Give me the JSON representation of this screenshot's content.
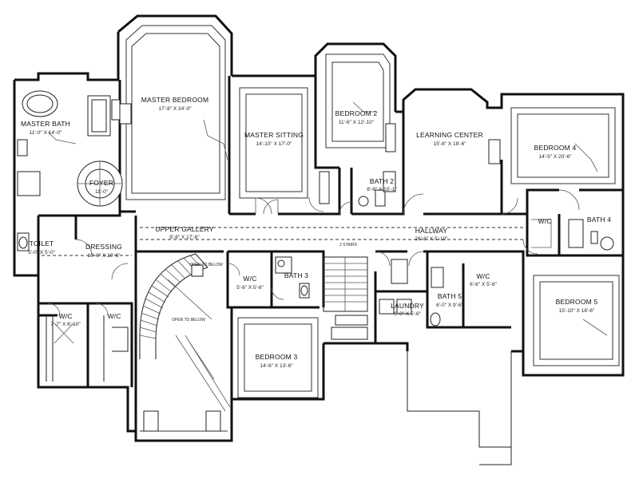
{
  "rooms": [
    {
      "id": "master_bath",
      "name": "MASTER BATH",
      "size": "11'-0\" X 14'-0\""
    },
    {
      "id": "master_bedroom",
      "name": "MASTER BEDROOM",
      "size": "17'-8\" X 24'-0\""
    },
    {
      "id": "master_sitting",
      "name": "MASTER SITTING",
      "size": "14'-10\" X 17'-0\""
    },
    {
      "id": "bedroom2",
      "name": "BEDROOM 2",
      "size": "11'-6\" X 12'-10\""
    },
    {
      "id": "learning_center",
      "name": "LEARNING CENTER",
      "size": "15'-8\" X 18'-6\""
    },
    {
      "id": "bedroom4",
      "name": "BEDROOM 4",
      "size": "14'-5\" X 20'-6\""
    },
    {
      "id": "foyer",
      "name": "FOYER",
      "size": "11'-0\""
    },
    {
      "id": "bath2",
      "name": "BATH 2",
      "size": "8'-6\" X 10'-1\""
    },
    {
      "id": "wic_a",
      "name": "W/C",
      "size": ""
    },
    {
      "id": "bath4",
      "name": "BATH 4",
      "size": ""
    },
    {
      "id": "hallway",
      "name": "HALLWAY",
      "size": "26'-8\" X 5'-10\""
    },
    {
      "id": "upper_gallery",
      "name": "UPPER GALLERY",
      "size": "9'-8\" X 17'-6\""
    },
    {
      "id": "toilet",
      "name": "TOILET",
      "size": "5'-0\" X 5'-0\""
    },
    {
      "id": "dressing",
      "name": "DRESSING",
      "size": "10'-6\" X 10'-6\""
    },
    {
      "id": "wic1",
      "name": "W/C",
      "size": "7'-7\" X 6'-10\""
    },
    {
      "id": "wic2",
      "name": "W/C",
      "size": ""
    },
    {
      "id": "bath3",
      "name": "BATH 3",
      "size": ""
    },
    {
      "id": "wic3",
      "name": "W/C",
      "size": "5'-6\" X 5'-6\""
    },
    {
      "id": "wic5",
      "name": "W/C",
      "size": "6'-6\" X 5'-6\""
    },
    {
      "id": "laundry",
      "name": "LAUNDRY",
      "size": "6'-0\" X 5'-6\""
    },
    {
      "id": "bath5",
      "name": "BATH 5",
      "size": "6'-0\" X 9'-6\""
    },
    {
      "id": "bedroom5",
      "name": "BEDROOM 5",
      "size": "15'-10\" X 16'-6\""
    },
    {
      "id": "bedroom3",
      "name": "BEDROOM 3",
      "size": "14'-6\" X 13'-6\""
    }
  ],
  "notes": {
    "open_to_below": "OPEN TO BELOW",
    "open_to_below2": "OPEN TO BELOW",
    "stair_note": "2 STAIRS"
  }
}
